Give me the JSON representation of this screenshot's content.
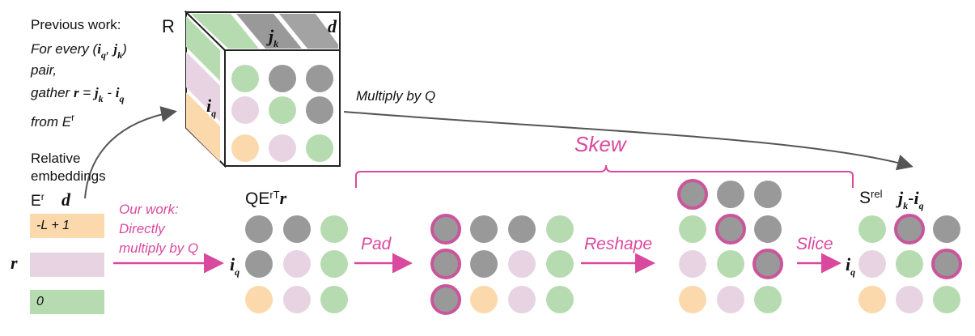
{
  "prev_work": {
    "line1": "Previous work:",
    "line2_pre": "For every (",
    "line2_post": ")",
    "line3": "pair,",
    "line4_pre": "gather ",
    "line4_eq": " = ",
    "line4_minus": " - ",
    "line5_pre": "from E",
    "line5_sup": "r"
  },
  "symbols": {
    "i": "i",
    "q": "q",
    "j": "j",
    "k": "k",
    "r": "r",
    "d": "d",
    "comma": ", "
  },
  "cube": {
    "label": "R",
    "d_label": "d"
  },
  "relative": {
    "line1": "Relative",
    "line2": "embeddings",
    "er": "E",
    "er_sup": "r",
    "d_label": "d"
  },
  "bars": {
    "top": "-L + 1",
    "bottom": "0",
    "r_label": "r"
  },
  "our_work": {
    "line1": "Our work:",
    "line2": "Directly",
    "line3": "multiply by Q"
  },
  "multiply_by_q": "Multiply by Q",
  "skew_label": "Skew",
  "qer": {
    "base": "QE",
    "sup": "rT",
    "r": "r"
  },
  "steps": {
    "pad": "Pad",
    "reshape": "Reshape",
    "slice": "Slice"
  },
  "srel": {
    "base": "S",
    "sup": "rel",
    "j": "j",
    "k": "k",
    "minus": "-",
    "i": "i",
    "q": "q"
  },
  "colors": {
    "green": "#b7dbb0",
    "gray": "#999999",
    "pink_light": "#e8d3e3",
    "orange": "#fcd9ac",
    "accent": "#d9499e",
    "dark": "#555555"
  }
}
